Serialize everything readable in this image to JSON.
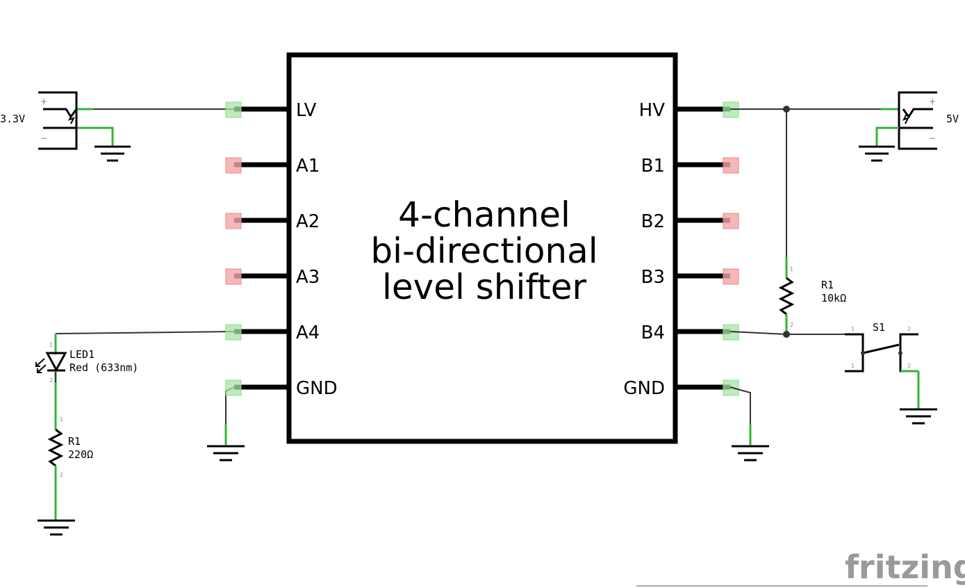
{
  "chip": {
    "title_lines": [
      "4-channel",
      "bi-directional",
      "level shifter"
    ],
    "left_pins": [
      {
        "label": "LV",
        "status": "connected"
      },
      {
        "label": "A1",
        "status": "unconnected"
      },
      {
        "label": "A2",
        "status": "unconnected"
      },
      {
        "label": "A3",
        "status": "unconnected"
      },
      {
        "label": "A4",
        "status": "connected"
      },
      {
        "label": "GND",
        "status": "connected"
      }
    ],
    "right_pins": [
      {
        "label": "HV",
        "status": "connected"
      },
      {
        "label": "B1",
        "status": "unconnected"
      },
      {
        "label": "B2",
        "status": "unconnected"
      },
      {
        "label": "B3",
        "status": "unconnected"
      },
      {
        "label": "B4",
        "status": "connected"
      },
      {
        "label": "GND",
        "status": "connected"
      }
    ]
  },
  "supplies": {
    "left": {
      "label": "3.3V",
      "plus": "+",
      "minus": "−"
    },
    "right": {
      "label": "5V",
      "plus": "+",
      "minus": "−"
    }
  },
  "components": {
    "led": {
      "name": "LED1",
      "value": "Red (633nm)"
    },
    "resistor_left": {
      "name": "R1",
      "value": "220Ω"
    },
    "resistor_right": {
      "name": "R1",
      "value": "10kΩ"
    },
    "switch": {
      "name": "S1"
    }
  },
  "pin_numbers": {
    "one": "1",
    "two": "2"
  },
  "brand": {
    "logo": "fritzing"
  },
  "colors": {
    "connected_pad": "#a6e6a6",
    "unconnected_pad": "#f2a6a6",
    "wire": "#333333",
    "ratsnest": "#33b533"
  }
}
